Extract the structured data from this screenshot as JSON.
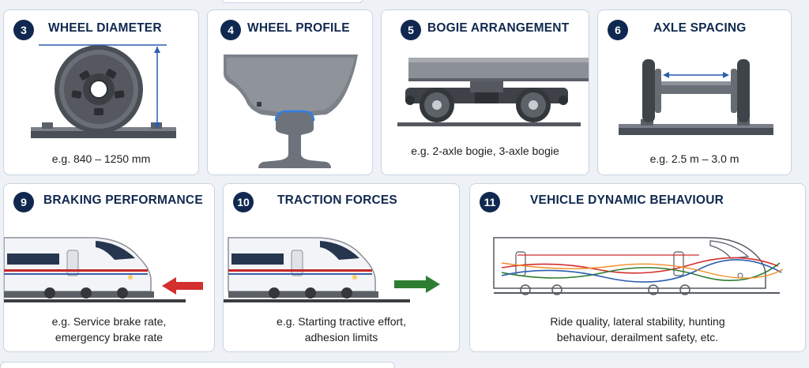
{
  "cards": [
    {
      "number": "3",
      "title": "WHEEL DIAMETER",
      "caption": "e.g. 840 – 1250 mm"
    },
    {
      "number": "4",
      "title": "WHEEL PROFILE",
      "caption": ""
    },
    {
      "number": "5",
      "title": "BOGIE ARRANGEMENT",
      "caption": "e.g. 2-axle bogie, 3-axle bogie"
    },
    {
      "number": "6",
      "title": "AXLE SPACING",
      "caption": "e.g. 2.5 m – 3.0 m"
    },
    {
      "number": "9",
      "title": "BRAKING PERFORMANCE",
      "caption_lines": [
        "e.g. Service brake rate,",
        "emergency brake rate"
      ]
    },
    {
      "number": "10",
      "title": "TRACTION FORCES",
      "caption_lines": [
        "e.g. Starting tractive effort,",
        "adhesion limits"
      ]
    },
    {
      "number": "11",
      "title": "VEHICLE DYNAMIC BEHAVIOUR",
      "caption_lines": [
        "Ride quality, lateral stability, hunting",
        "behaviour, derailment safety, etc."
      ]
    }
  ],
  "colors": {
    "navy": "#10284f",
    "accent_blue": "#2b5fae",
    "brake_red": "#d32f2f",
    "traction_green": "#2e7d32"
  },
  "icons": {
    "wheel": "wheel-icon",
    "rail_profile": "rail-profile-icon",
    "bogie": "bogie-icon",
    "axle": "wheelset-icon",
    "train": "train-icon",
    "arrow_left": "arrow-left-icon",
    "arrow_right": "arrow-right-icon"
  }
}
